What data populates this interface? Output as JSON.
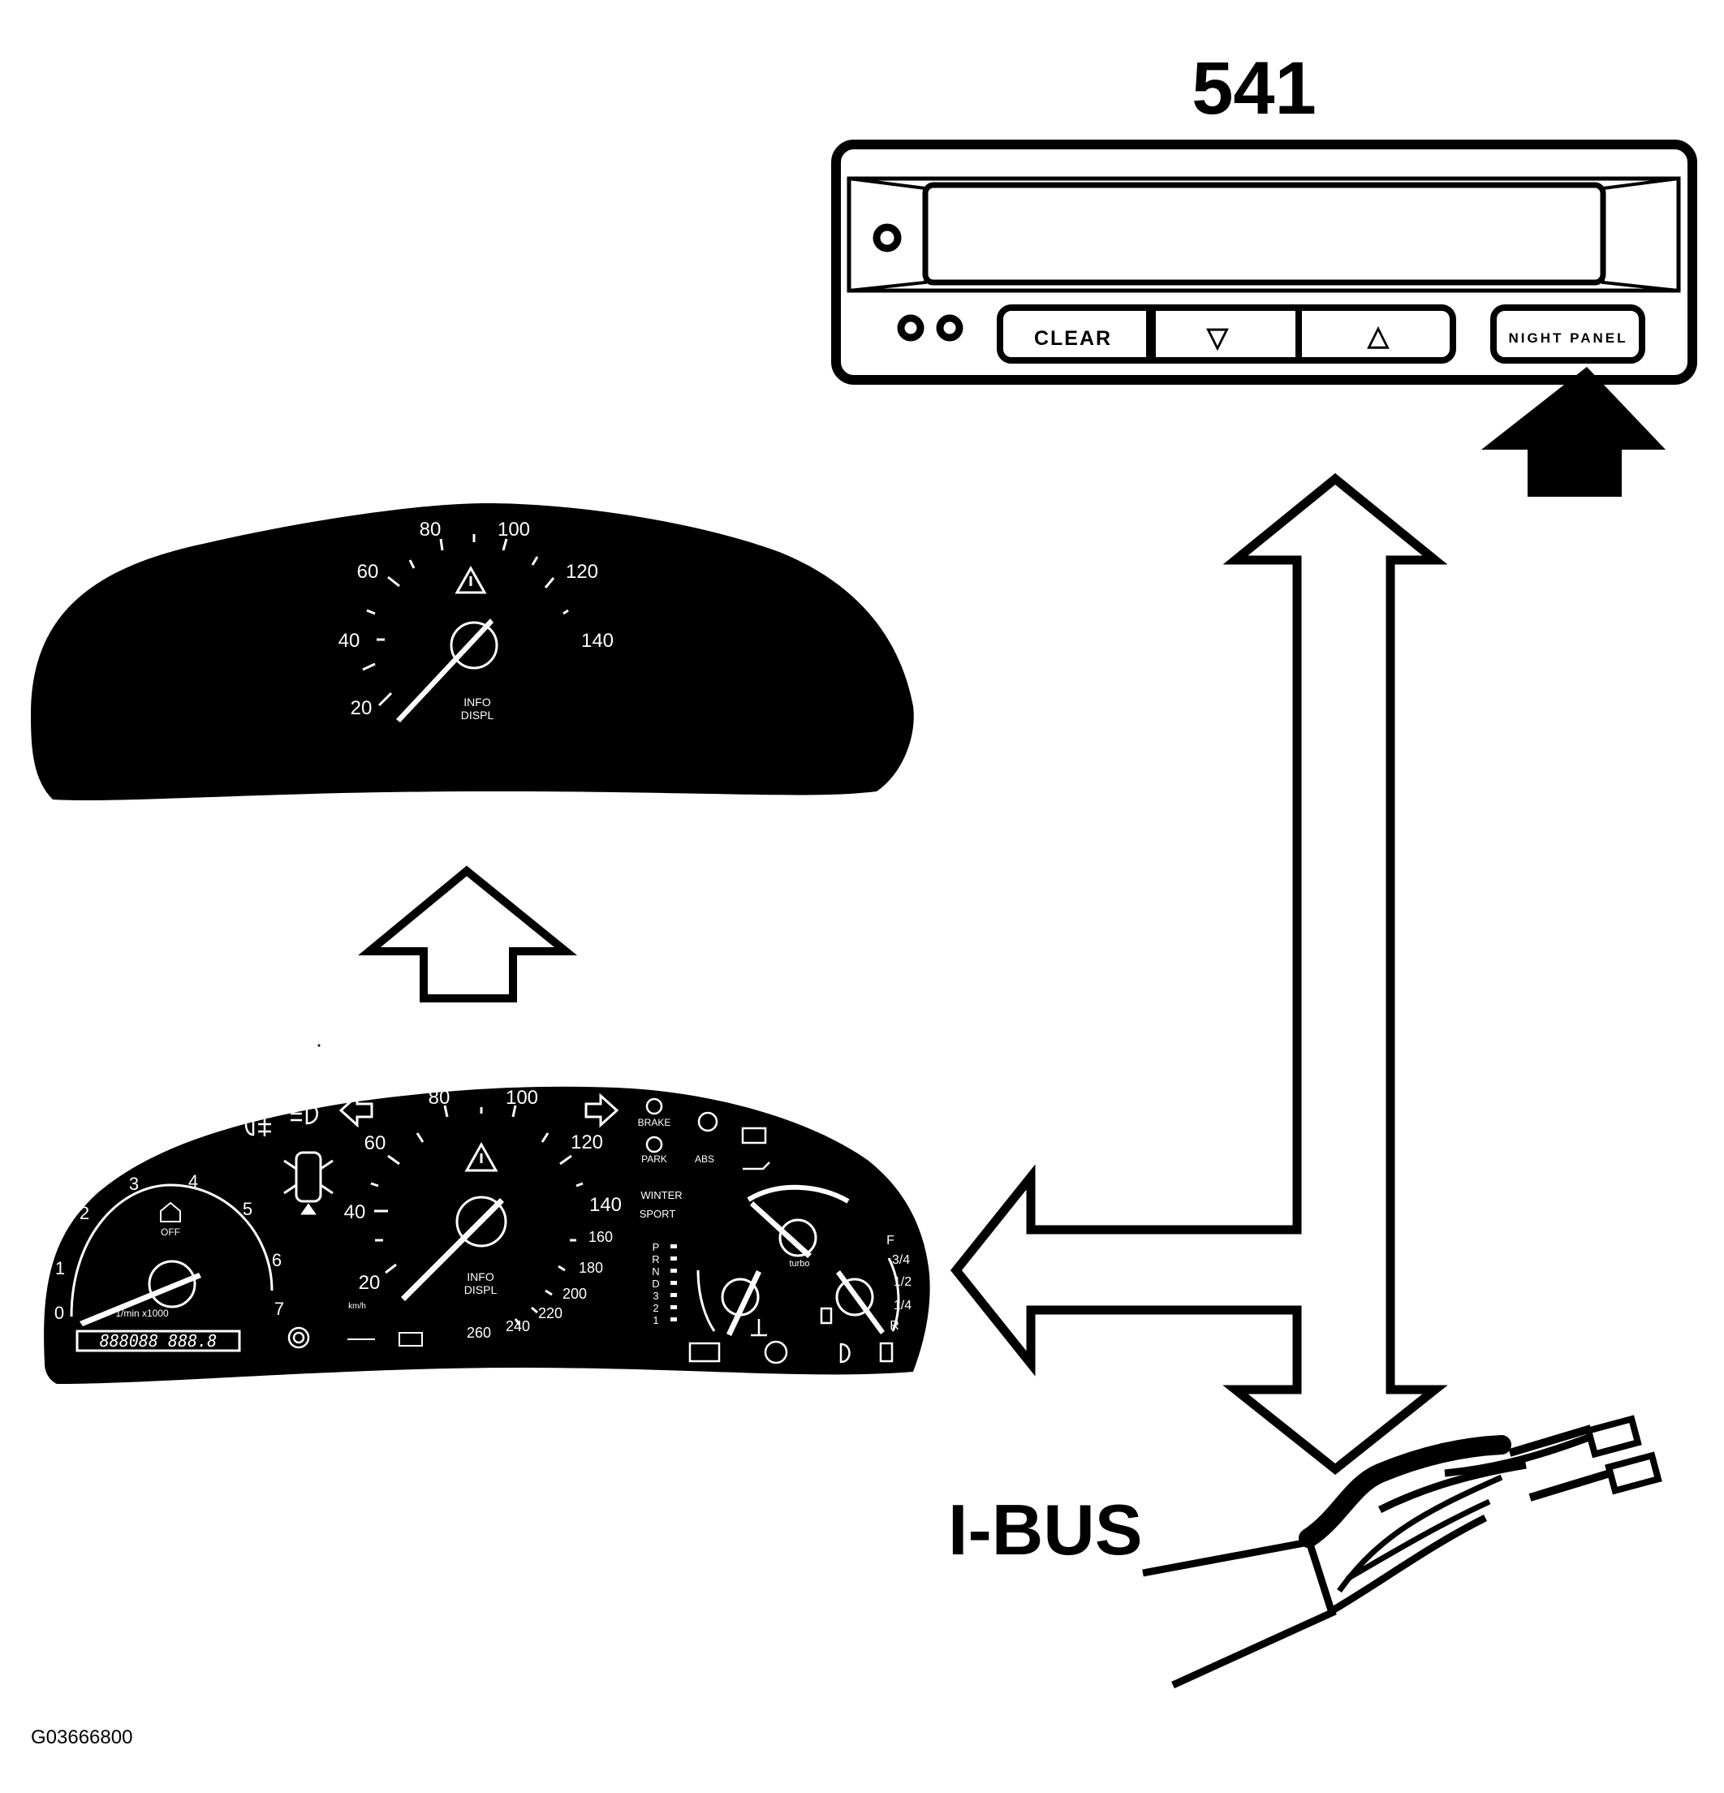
{
  "diagram": {
    "unit_number": "541",
    "bus_label": "I-BUS",
    "figure_code": "G03666800"
  },
  "sid_unit": {
    "buttons": {
      "clear": "CLEAR",
      "down": "▽",
      "up": "△",
      "night_panel": "NIGHT PANEL"
    }
  },
  "night_cluster": {
    "speed_labels": [
      "20",
      "40",
      "60",
      "80",
      "100",
      "120",
      "140"
    ],
    "info_display": [
      "INFO",
      "DISPL"
    ]
  },
  "full_cluster": {
    "rpm_labels": [
      "0",
      "1",
      "2",
      "3",
      "4",
      "5",
      "6",
      "7"
    ],
    "rpm_unit": "1/min x1000",
    "speed_labels": [
      "20",
      "40",
      "60",
      "80",
      "100",
      "120",
      "140",
      "160",
      "180",
      "200",
      "220",
      "240",
      "260"
    ],
    "speed_unit": "km/h",
    "info_display": [
      "INFO",
      "DISPL"
    ],
    "odometer": "888088 888.8",
    "warnings": {
      "brake": "BRAKE",
      "park": "PARK",
      "abs": "ABS",
      "winter": "WINTER",
      "sport": "SPORT",
      "off": "OFF"
    },
    "gear_letters": [
      "P",
      "R",
      "N",
      "D",
      "3",
      "2",
      "1"
    ],
    "fuel_labels": [
      "F",
      "3/4",
      "1/2",
      "1/4",
      "R"
    ],
    "turbo_label": "turbo"
  }
}
